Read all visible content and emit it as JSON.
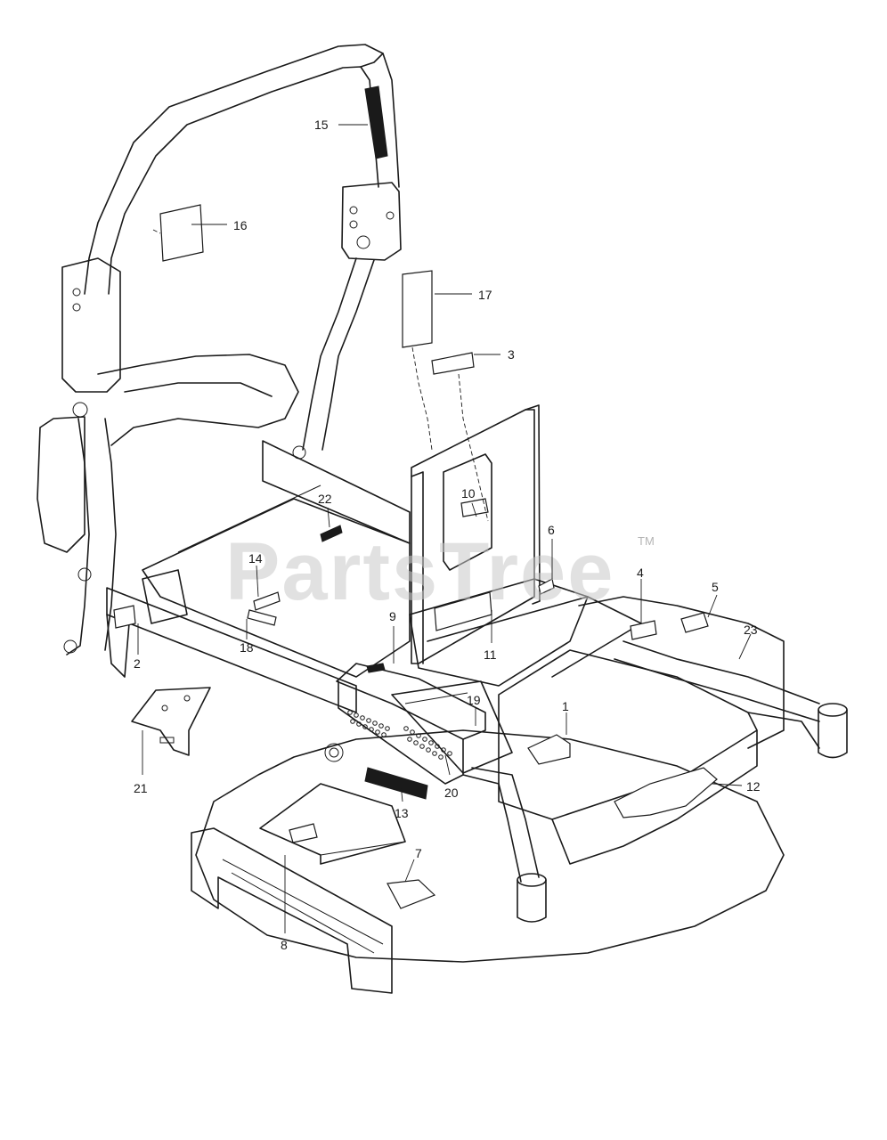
{
  "watermark": {
    "text": "PartsTree",
    "tm": "TM"
  },
  "callouts": [
    {
      "id": "1",
      "label": "1"
    },
    {
      "id": "2",
      "label": "2"
    },
    {
      "id": "3",
      "label": "3"
    },
    {
      "id": "4",
      "label": "4"
    },
    {
      "id": "5",
      "label": "5"
    },
    {
      "id": "6",
      "label": "6"
    },
    {
      "id": "7",
      "label": "7"
    },
    {
      "id": "8",
      "label": "8"
    },
    {
      "id": "9",
      "label": "9"
    },
    {
      "id": "10",
      "label": "10"
    },
    {
      "id": "11",
      "label": "11"
    },
    {
      "id": "12",
      "label": "12"
    },
    {
      "id": "13",
      "label": "13"
    },
    {
      "id": "14",
      "label": "14"
    },
    {
      "id": "15",
      "label": "15"
    },
    {
      "id": "16",
      "label": "16"
    },
    {
      "id": "17",
      "label": "17"
    },
    {
      "id": "18",
      "label": "18"
    },
    {
      "id": "19",
      "label": "19"
    },
    {
      "id": "20",
      "label": "20"
    },
    {
      "id": "21",
      "label": "21"
    },
    {
      "id": "22",
      "label": "22"
    },
    {
      "id": "23",
      "label": "23"
    }
  ]
}
